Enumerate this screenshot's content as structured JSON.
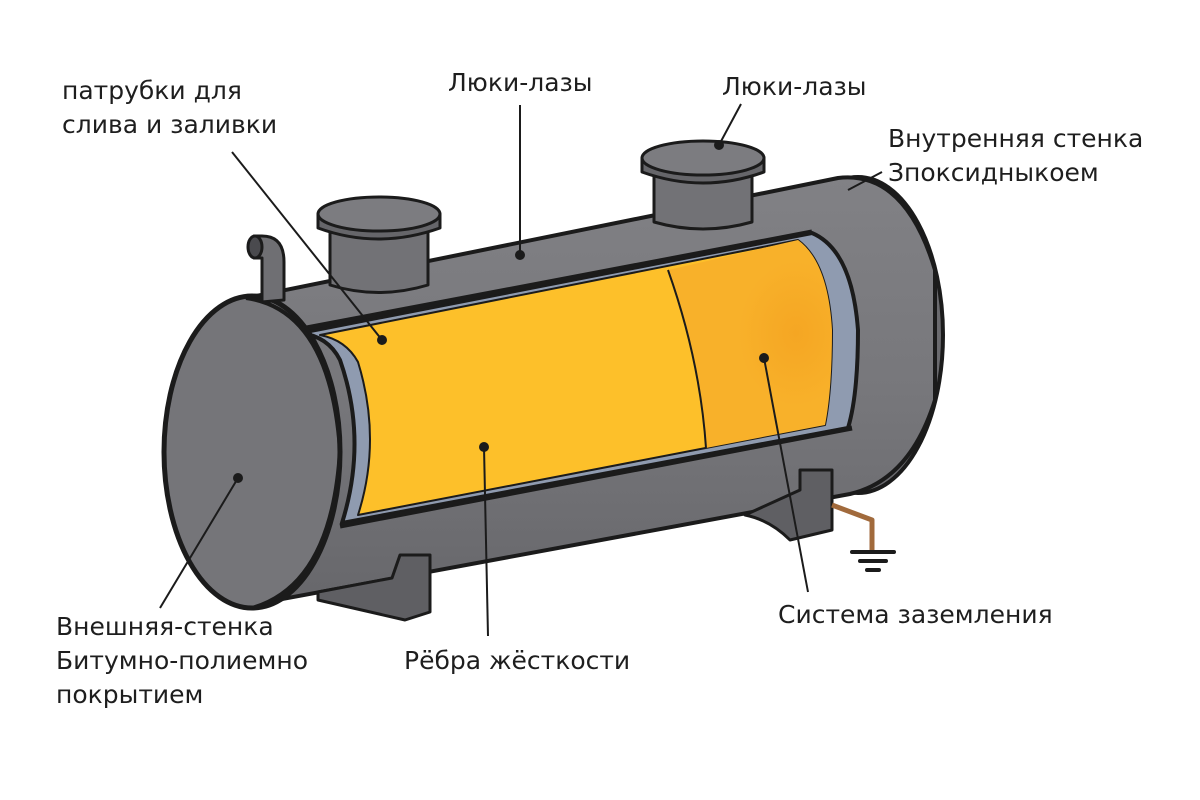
{
  "labels": {
    "pipes": [
      "патрубки для",
      "слива и заливки"
    ],
    "hatch_left": "Люки-лазы",
    "hatch_right": "Люки-лазы",
    "inner_wall": [
      "Внутренняя стенка",
      "Зпоксидныкоем"
    ],
    "outer_wall": [
      "Внешняя-стенка",
      "Битумно-полиемно",
      "покрытием"
    ],
    "ribs": "Рёбра жёсткости",
    "grounding": "Система заземления"
  },
  "colors": {
    "shell": "#757579",
    "shell_dark": "#5d5d61",
    "shell_light": "#86868a",
    "outline": "#1b1b1b",
    "inner_fill": "#fdc02a",
    "inner_fill_far": "#f5a623",
    "inner_wall_band": "#8f9bb0",
    "ground_wire": "#a16a3c"
  }
}
